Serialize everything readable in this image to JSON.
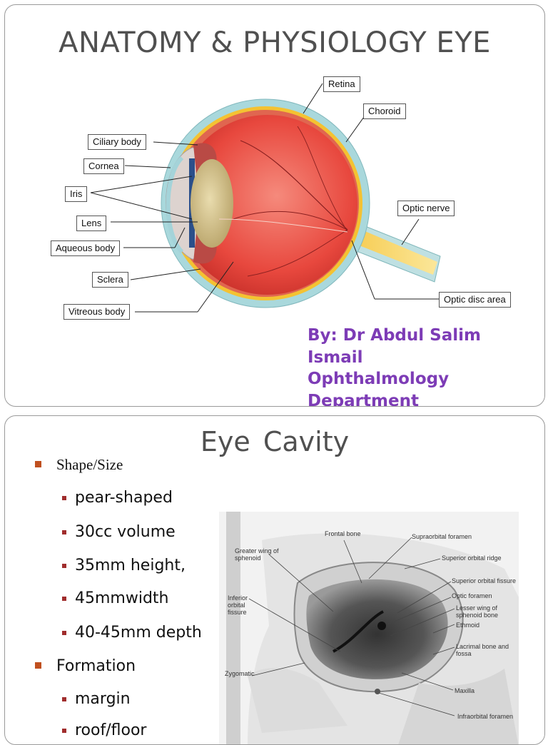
{
  "slide1": {
    "title": "ANATOMY & PHYSIOLOGY EYE",
    "labels": {
      "retina": "Retina",
      "choroid": "Choroid",
      "ciliary_body": "Ciliary body",
      "cornea": "Cornea",
      "iris": "Iris",
      "lens": "Lens",
      "aqueous_body": "Aqueous body",
      "sclera": "Sclera",
      "vitreous_body": "Vitreous body",
      "optic_nerve": "Optic nerve",
      "optic_disc_area": "Optic disc area"
    },
    "byline": {
      "line1": "By: Dr Abdul Salim",
      "line2": "Ismail",
      "line3": "Ophthalmology",
      "line4": "Department"
    },
    "colors": {
      "byline": "#7d3cb6",
      "title": "#505050"
    }
  },
  "slide2": {
    "title": "Eye  Cavity",
    "bullets": [
      {
        "text": "Shape/Size",
        "sub": [
          "pear-shaped",
          "30cc volume",
          "35mm height,",
          "45mmwidth",
          "40-45mm depth"
        ]
      },
      {
        "text": "Formation",
        "sub": [
          "margin",
          "roof/floor"
        ]
      }
    ],
    "skull_labels": {
      "frontal_bone": "Frontal bone",
      "supraorbital_foramen": "Supraorbital foramen",
      "greater_wing": "Greater wing of sphenoid",
      "superior_orbital_ridge": "Superior orbital ridge",
      "superior_orbital_fissure": "Superior orbital fissure",
      "optic_foramen": "Optic foramen",
      "inferior_orbital_fissure": "Inferior orbital fissure",
      "lesser_wing": "Lesser wing of sphenoid bone",
      "ethmoid": "Ethmoid",
      "lacrimal": "Lacrimal bone and fossa",
      "zygomatic": "Zygomatic",
      "maxilla": "Maxilla",
      "infraorbital_foramen": "Infraorbital foramen"
    }
  }
}
